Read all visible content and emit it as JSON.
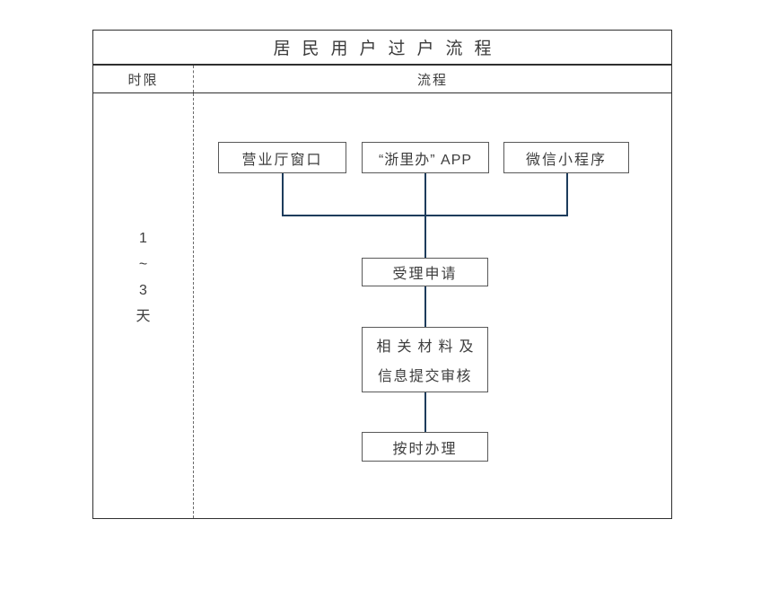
{
  "title": "居民用户过户流程",
  "header": {
    "time_limit_label": "时限",
    "process_label": "流程"
  },
  "time_limit": {
    "lines": [
      "1",
      "~",
      "3",
      "天"
    ]
  },
  "flow": {
    "entry_nodes": [
      {
        "label": "营业厅窗口"
      },
      {
        "label": "“浙里办” APP"
      },
      {
        "label": "微信小程序"
      }
    ],
    "steps": [
      {
        "label": "受理申请"
      },
      {
        "label_line1": "相关材料及",
        "label_line2": "信息提交审核"
      },
      {
        "label": "按时办理"
      }
    ]
  },
  "colors": {
    "connector": "#1d3c5c",
    "box_border": "#595959",
    "frame_border": "#2f2f2f",
    "text": "#3d3d3d",
    "page_bg": "#ffffff"
  }
}
